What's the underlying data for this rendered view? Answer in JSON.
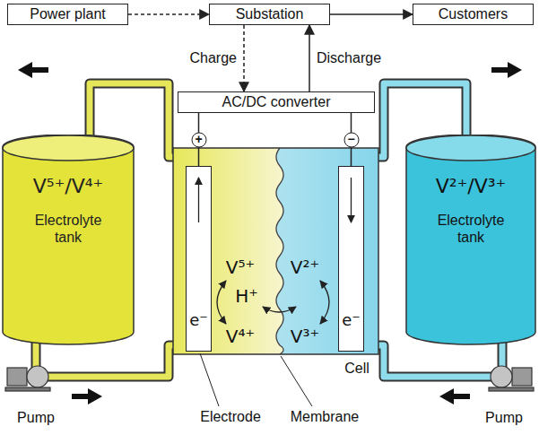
{
  "diagram": {
    "nodes": [
      {
        "text": [
          "Power plant"
        ]
      },
      {
        "text": [
          "Substation"
        ]
      },
      {
        "text": [
          "Customers"
        ]
      },
      {
        "text": [
          "AC/DC converter"
        ]
      },
      {
        "text": [
          "V⁵⁺/V⁴⁺",
          "Electrolyte tank"
        ]
      },
      {
        "text": [
          "e⁻"
        ]
      },
      {
        "text": [
          "e⁻"
        ]
      },
      {
        "text": [
          "V²⁺/V³⁺",
          "Electrolyte tank"
        ]
      }
    ],
    "edges": [
      {
        "from": 0,
        "to": 1,
        "arrow": "to"
      },
      {
        "from": 1,
        "to": 2,
        "arrow": "to"
      },
      {
        "from": 1,
        "to": 3,
        "label": "Charge",
        "arrow": "to"
      },
      {
        "from": 3,
        "to": 1,
        "label": "Discharge",
        "arrow": "to"
      },
      {
        "from": 3,
        "to": 5,
        "label": "+",
        "arrow": "none"
      },
      {
        "from": 3,
        "to": 6,
        "label": "−",
        "arrow": "none"
      }
    ],
    "labels": [
      "V⁵⁺",
      "V²⁺",
      "H⁺",
      "V⁴⁺",
      "V³⁺",
      "Cell",
      "Electrode",
      "Membrane",
      "Pump",
      "Pump"
    ]
  }
}
